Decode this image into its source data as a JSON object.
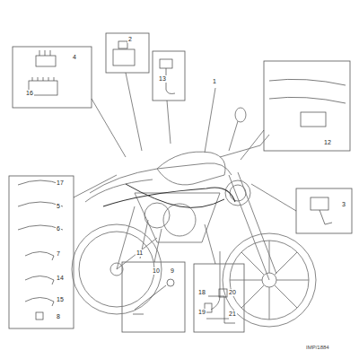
{
  "diagram": {
    "labels": [
      "4",
      "16",
      "2",
      "13",
      "1",
      "12",
      "3",
      "17",
      "5",
      "6",
      "7",
      "14",
      "15",
      "8",
      "11",
      "10",
      "9",
      "18",
      "20",
      "19",
      "21",
      "IMP/1884"
    ]
  }
}
